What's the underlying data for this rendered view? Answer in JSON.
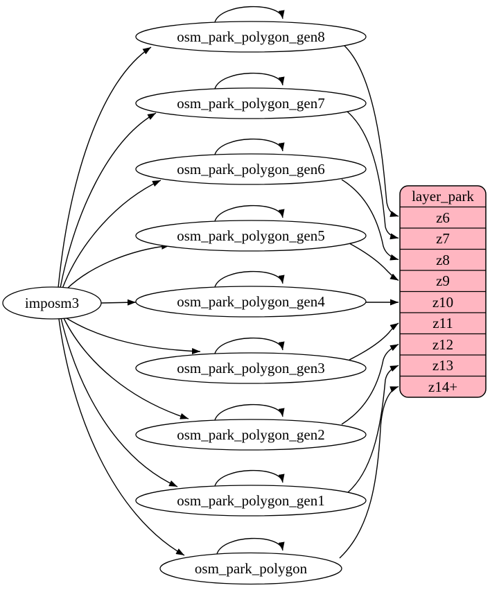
{
  "diagram": {
    "type": "etl-graph",
    "source": {
      "label": "imposm3"
    },
    "tables": [
      {
        "label": "osm_park_polygon_gen8",
        "zoom": "z6"
      },
      {
        "label": "osm_park_polygon_gen7",
        "zoom": "z7"
      },
      {
        "label": "osm_park_polygon_gen6",
        "zoom": "z8"
      },
      {
        "label": "osm_park_polygon_gen5",
        "zoom": "z9"
      },
      {
        "label": "osm_park_polygon_gen4",
        "zoom": "z10"
      },
      {
        "label": "osm_park_polygon_gen3",
        "zoom": "z11"
      },
      {
        "label": "osm_park_polygon_gen2",
        "zoom": "z12"
      },
      {
        "label": "osm_park_polygon_gen1",
        "zoom": "z13"
      },
      {
        "label": "osm_park_polygon",
        "zoom": "z14+"
      }
    ],
    "layer": {
      "title": "layer_park",
      "rows": [
        "z6",
        "z7",
        "z8",
        "z9",
        "z10",
        "z11",
        "z12",
        "z13",
        "z14+"
      ]
    },
    "edges": {
      "from_source_to": [
        "osm_park_polygon_gen8",
        "osm_park_polygon_gen7",
        "osm_park_polygon_gen6",
        "osm_park_polygon_gen5",
        "osm_park_polygon_gen4",
        "osm_park_polygon_gen3",
        "osm_park_polygon_gen2",
        "osm_park_polygon_gen1",
        "osm_park_polygon"
      ],
      "table_to_layer_row": [
        [
          "osm_park_polygon_gen8",
          "z6"
        ],
        [
          "osm_park_polygon_gen7",
          "z7"
        ],
        [
          "osm_park_polygon_gen6",
          "z8"
        ],
        [
          "osm_park_polygon_gen5",
          "z9"
        ],
        [
          "osm_park_polygon_gen4",
          "z10"
        ],
        [
          "osm_park_polygon_gen3",
          "z11"
        ],
        [
          "osm_park_polygon_gen2",
          "z12"
        ],
        [
          "osm_park_polygon_gen1",
          "z13"
        ],
        [
          "osm_park_polygon",
          "z14+"
        ]
      ],
      "self_loop_on_every_table": true
    },
    "colors": {
      "layer_fill": "#ffb6c1",
      "node_fill": "#ffffff",
      "stroke": "#000000"
    }
  }
}
